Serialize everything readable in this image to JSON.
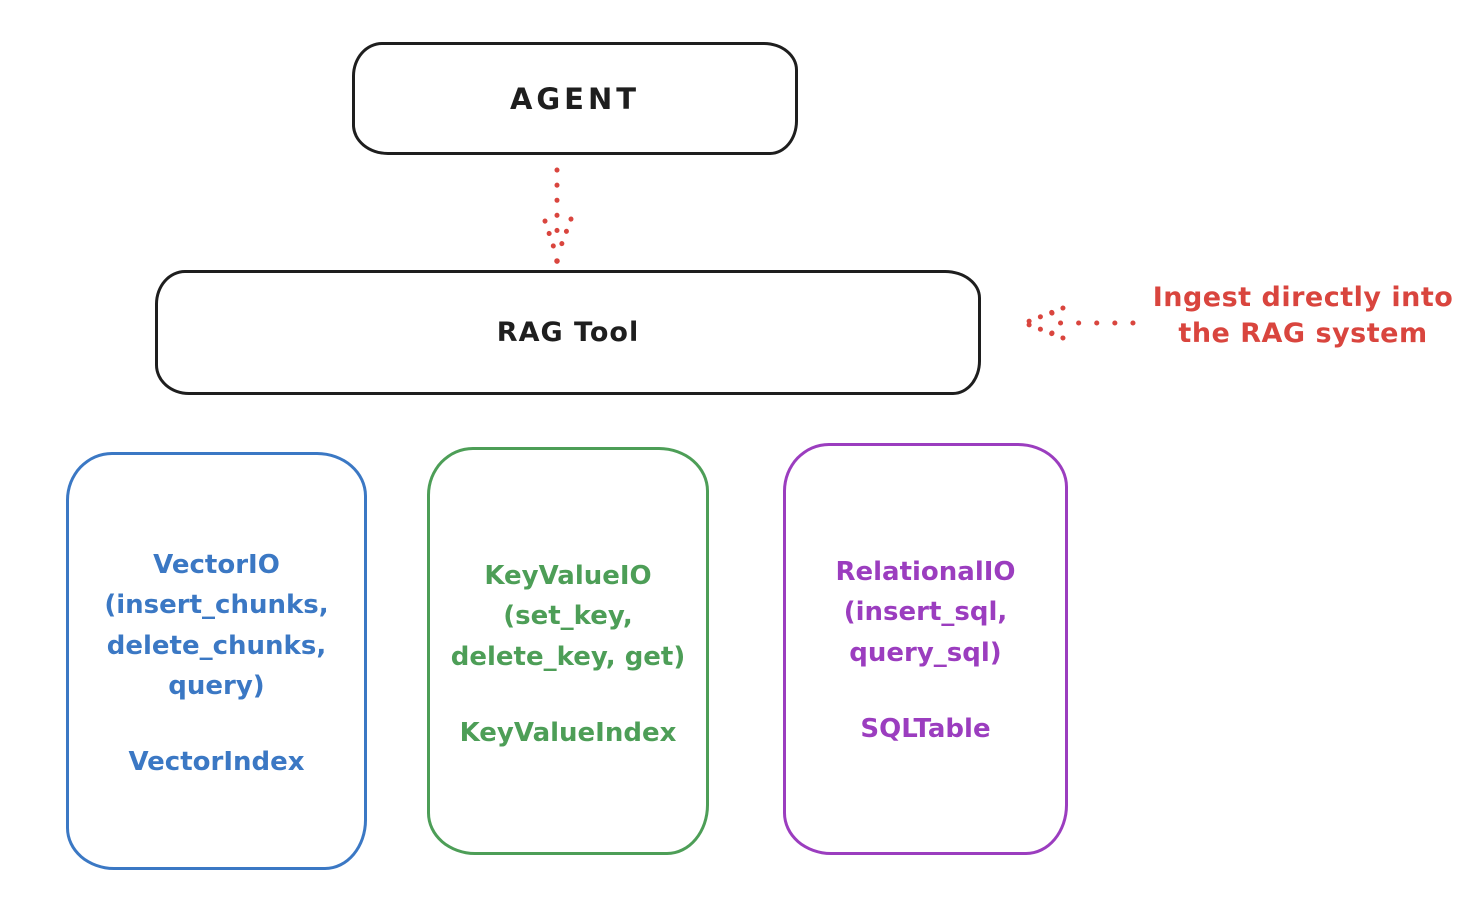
{
  "agent": {
    "label": "AGENT"
  },
  "rag_tool": {
    "label": "RAG Tool"
  },
  "annotation": {
    "line1": "Ingest directly into",
    "line2": "the RAG system"
  },
  "storage_boxes": [
    {
      "lines": [
        "VectorIO",
        "(insert_chunks,",
        "delete_chunks,",
        "query)"
      ],
      "index_label": "VectorIndex",
      "color": "#3b78c4"
    },
    {
      "lines": [
        "KeyValueIO",
        "(set_key,",
        "delete_key, get)"
      ],
      "index_label": "KeyValueIndex",
      "color": "#4d9e57"
    },
    {
      "lines": [
        "RelationalIO",
        "(insert_sql,",
        "query_sql)"
      ],
      "index_label": "SQLTable",
      "color": "#9b3dbf"
    }
  ],
  "colors": {
    "stroke": "#1e1e1e",
    "red": "#d9453e",
    "blue": "#3b78c4",
    "green": "#4d9e57",
    "purple": "#9b3dbf",
    "background": "#ffffff"
  }
}
